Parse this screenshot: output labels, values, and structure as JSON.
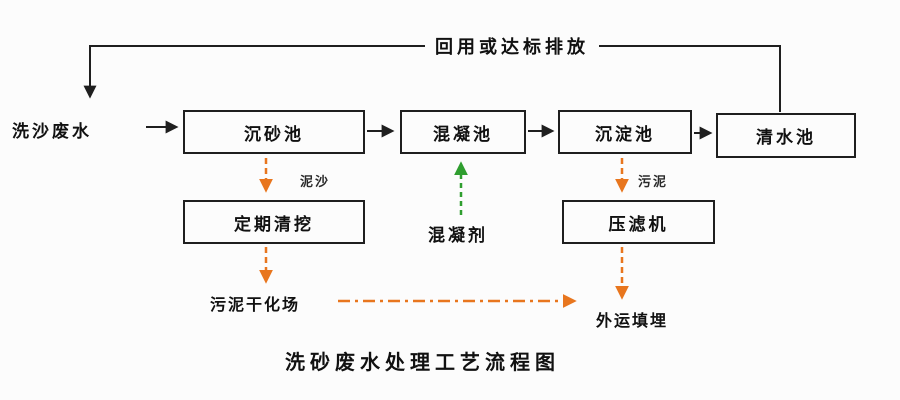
{
  "diagram": {
    "title": "洗砂废水处理工艺流程图",
    "return_label": "回用或达标排放",
    "source_label": "洗沙废水",
    "boxes": {
      "grit": "沉砂池",
      "coagulation": "混凝池",
      "sedimentation": "沉淀池",
      "clearwater": "清水池",
      "cleaning": "定期清挖",
      "filterpress": "压滤机"
    },
    "flow_labels": {
      "sand": "泥沙",
      "sludge": "污泥",
      "coagulant": "混凝剂",
      "drying": "污泥干化场",
      "landfill": "外运填埋"
    },
    "colors": {
      "line_black": "#1f1f1f",
      "arrow_orange": "#e8761e",
      "arrow_green": "#2f9e2f",
      "background": "#fcfcfc"
    }
  }
}
